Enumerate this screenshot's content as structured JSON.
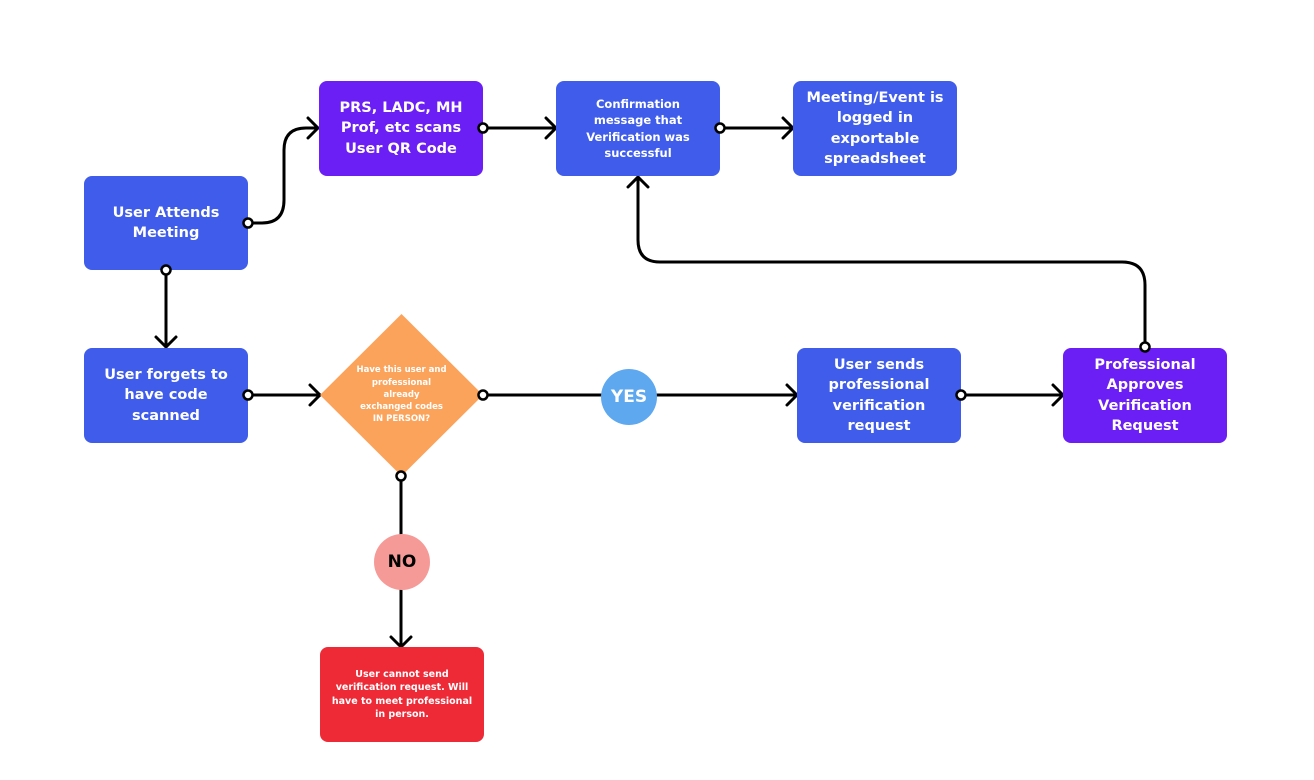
{
  "nodes": {
    "user_attends": "User Attends\nMeeting",
    "scans_qr": "PRS, LADC, MH\nProf, etc scans\nUser QR Code",
    "confirmation": "Confirmation\nmessage that\nVerification was\nsuccessful",
    "logged": "Meeting/Event  is\nlogged in\nexportable\nspreadsheet",
    "forgets": "User forgets to\nhave code\nscanned",
    "decision": "Have this user and\nprofessional\nalready\nexchanged codes\nIN PERSON?",
    "sends_request": "User sends\nprofessional\nverification\nrequest",
    "approves": "Professional\nApproves\nVerification\nRequest",
    "cannot_send": "User cannot send\nverification request. Will\nhave to  meet professional\nin person."
  },
  "badges": {
    "yes": "YES",
    "no": "NO"
  },
  "colors": {
    "blue_node": "#3f5cea",
    "purple_node": "#6b1ff5",
    "red_node": "#ee2a37",
    "decision": "#fca35b",
    "yes_badge": "#5ea8f0",
    "no_badge": "#f69a98",
    "connector": "#000000"
  }
}
